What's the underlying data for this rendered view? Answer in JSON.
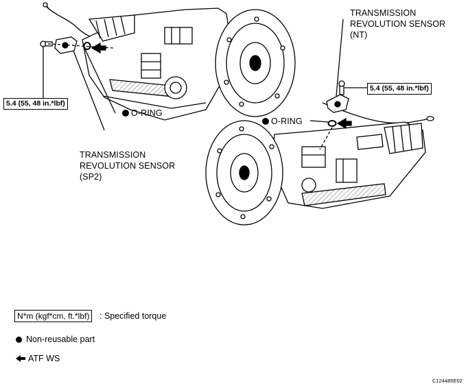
{
  "callouts": {
    "torque_left": "5.4 (55, 48 in.*lbf)",
    "torque_right": "5.4 (55, 48 in.*lbf)",
    "oring_left": "O-RING",
    "oring_right": "O-RING",
    "sensor_nt": [
      "TRANSMISSION",
      "REVOLUTION SENSOR",
      "(NT)"
    ],
    "sensor_sp2": [
      "TRANSMISSION",
      "REVOLUTION SENSOR",
      "(SP2)"
    ]
  },
  "legend": {
    "torque_box": "N*m (kgf*cm, ft.*lbf)",
    "torque_desc": ": Specified torque",
    "non_reusable": "Non-reusable part",
    "atf": "ATF WS"
  },
  "figure_code": "C124485E02",
  "colors": {
    "ink": "#000000",
    "paper": "#ffffff",
    "shade": "#d8d8d8"
  },
  "icons": [
    "filled-dot-icon",
    "arrow-left-icon"
  ]
}
